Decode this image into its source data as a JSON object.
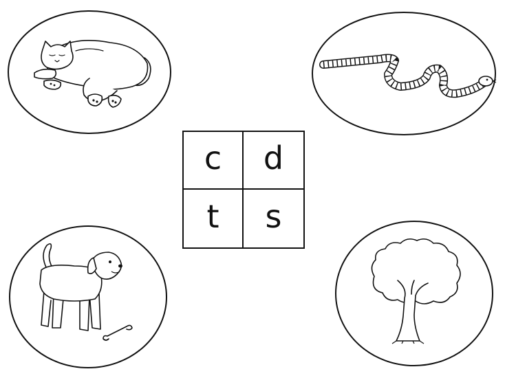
{
  "letters": {
    "top_left": "c",
    "top_right": "d",
    "bottom_left": "t",
    "bottom_right": "s"
  },
  "pictures": [
    "cat-picture",
    "snake-picture",
    "dog-picture",
    "tree-picture"
  ],
  "colors": {
    "ink": "#111111",
    "background": "#ffffff"
  }
}
